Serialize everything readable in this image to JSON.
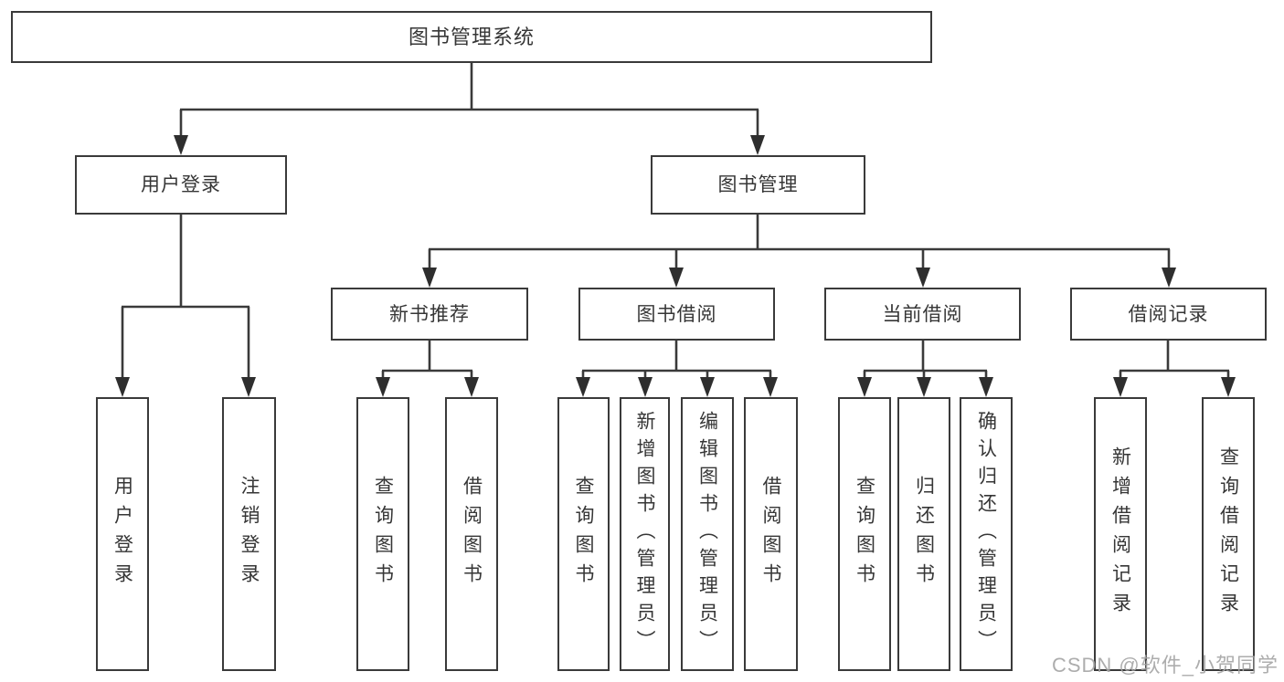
{
  "diagram_title": "图书管理系统",
  "nodes": {
    "root": {
      "label": "图书管理系统"
    },
    "user_login": {
      "label": "用户登录"
    },
    "book_mgmt": {
      "label": "图书管理"
    },
    "ul_login": {
      "label": "用户登录"
    },
    "ul_logout": {
      "label": "注销登录"
    },
    "new_book": {
      "label": "新书推荐"
    },
    "borrow": {
      "label": "图书借阅"
    },
    "current": {
      "label": "当前借阅"
    },
    "record": {
      "label": "借阅记录"
    },
    "nb_query": {
      "label": "查询图书"
    },
    "nb_borrow": {
      "label": "借阅图书"
    },
    "bb_query": {
      "label": "查询图书"
    },
    "bb_add": {
      "label": "新增图书（管理员）"
    },
    "bb_edit": {
      "label": "编辑图书（管理员）"
    },
    "bb_borrow": {
      "label": "借阅图书"
    },
    "cb_query": {
      "label": "查询图书"
    },
    "cb_return": {
      "label": "归还图书"
    },
    "cb_confirm": {
      "label": "确认归还（管理员）"
    },
    "br_add": {
      "label": "新增借阅记录"
    },
    "br_query": {
      "label": "查询借阅记录"
    }
  },
  "tree": {
    "root": "图书管理系统",
    "children": [
      {
        "label": "用户登录",
        "children": [
          "用户登录",
          "注销登录"
        ]
      },
      {
        "label": "图书管理",
        "children": [
          {
            "label": "新书推荐",
            "children": [
              "查询图书",
              "借阅图书"
            ]
          },
          {
            "label": "图书借阅",
            "children": [
              "查询图书",
              "新增图书（管理员）",
              "编辑图书（管理员）",
              "借阅图书"
            ]
          },
          {
            "label": "当前借阅",
            "children": [
              "查询图书",
              "归还图书",
              "确认归还（管理员）"
            ]
          },
          {
            "label": "借阅记录",
            "children": [
              "新增借阅记录",
              "查询借阅记录"
            ]
          }
        ]
      }
    ]
  },
  "watermark": {
    "text": "CSDN @软件_小贺同学"
  },
  "colors": {
    "line": "#3a3a3a",
    "box_border": "#3a3a3a",
    "text": "#363636",
    "watermark": "#a4a4a4",
    "background": "#ffffff"
  }
}
